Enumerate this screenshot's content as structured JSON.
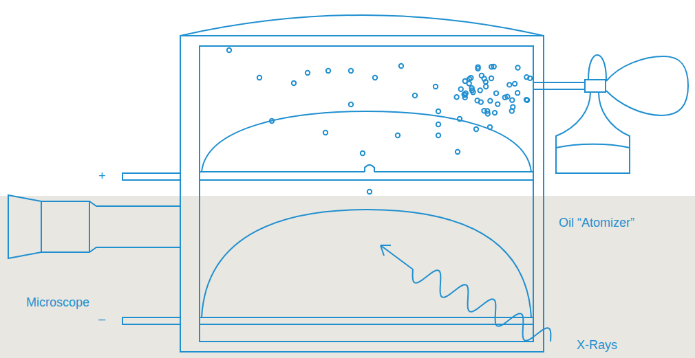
{
  "diagram": {
    "labels": [
      "+",
      "–",
      "Oil “Atomizer”",
      "Microscope",
      "X-Rays"
    ]
  }
}
